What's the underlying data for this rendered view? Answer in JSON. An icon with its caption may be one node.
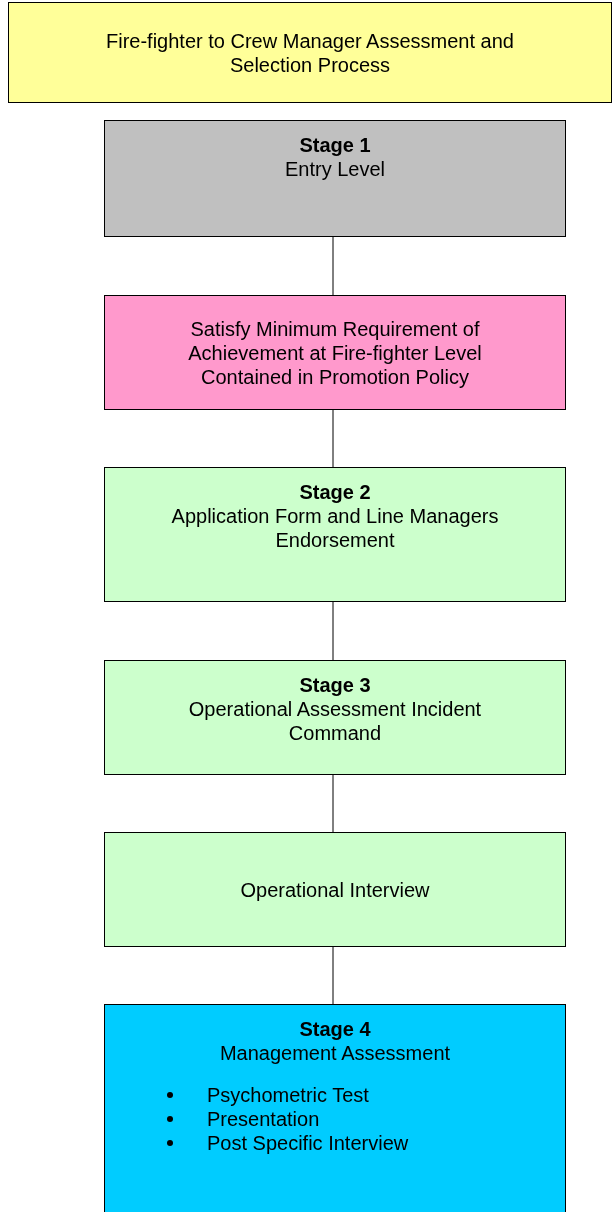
{
  "diagram": {
    "nodes": [
      {
        "text": [
          "Fire-fighter to Crew Manager Assessment and Selection Process"
        ]
      },
      {
        "text": [
          "Stage 1",
          "Entry Level"
        ]
      },
      {
        "text": [
          "Satisfy Minimum Requirement of Achievement at Fire-fighter Level Contained in Promotion Policy"
        ]
      },
      {
        "text": [
          "Stage 2",
          "Application Form and Line Managers Endorsement"
        ]
      },
      {
        "text": [
          "Stage 3",
          "Operational Assessment Incident Command"
        ]
      },
      {
        "text": [
          "Operational Interview"
        ]
      },
      {
        "text": [
          "Stage 4",
          "Management Assessment",
          "Psychometric Test",
          "Presentation",
          "Post Specific Interview"
        ]
      }
    ],
    "edges": [
      {
        "from": 1,
        "to": 2,
        "arrow": "none"
      },
      {
        "from": 2,
        "to": 3,
        "arrow": "none"
      },
      {
        "from": 3,
        "to": 4,
        "arrow": "none"
      },
      {
        "from": 4,
        "to": 5,
        "arrow": "none"
      },
      {
        "from": 5,
        "to": 6,
        "arrow": "none"
      }
    ]
  }
}
